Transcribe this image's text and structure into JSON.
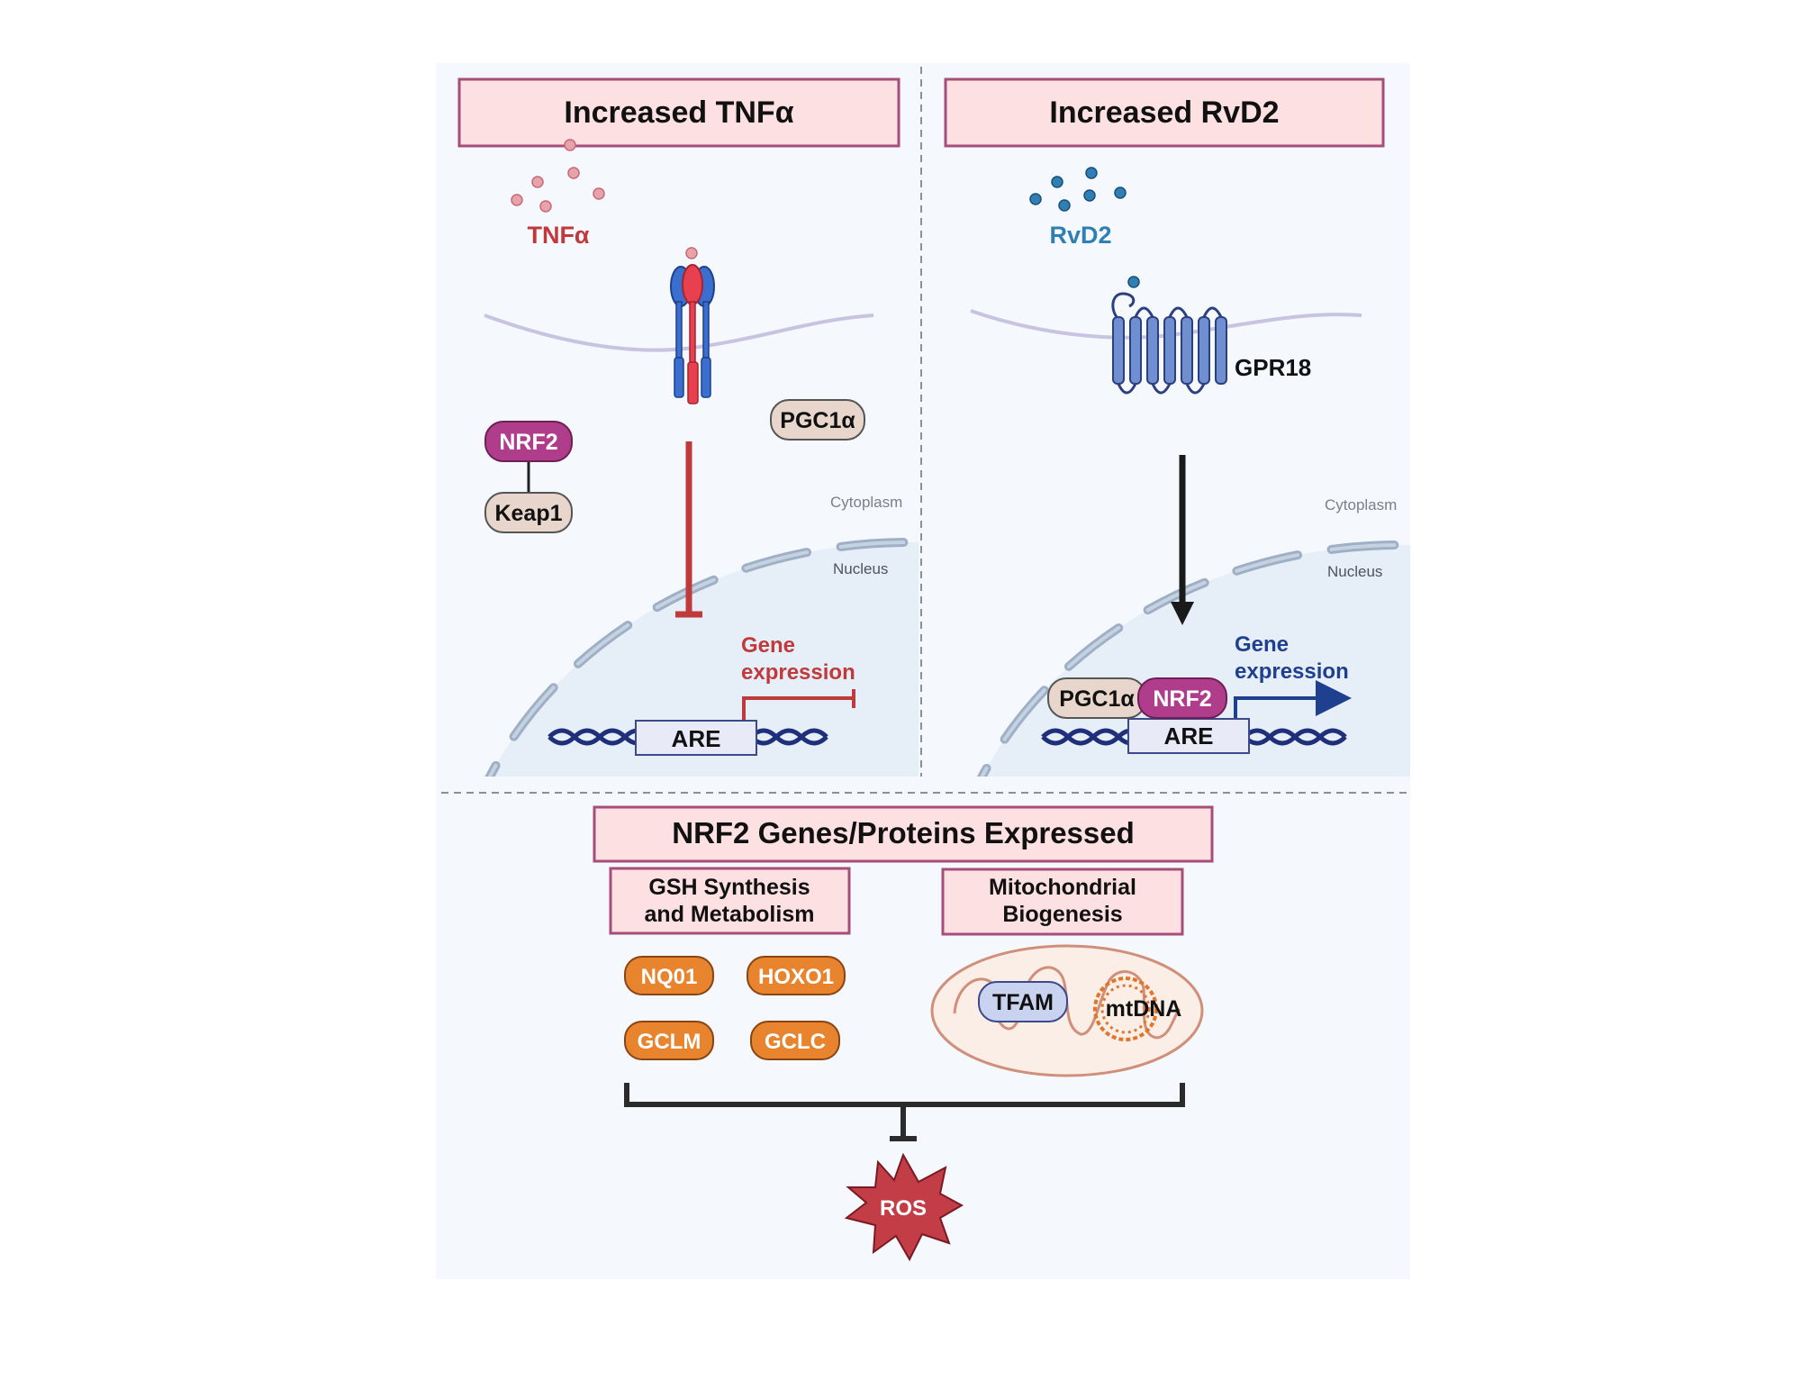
{
  "left_panel": {
    "title": "Increased TNFα",
    "ligand_label": "TNFα",
    "nrf2_label": "NRF2",
    "keap1_label": "Keap1",
    "pgc1a_label": "PGC1α",
    "cytoplasm_label": "Cytoplasm",
    "nucleus_label": "Nucleus",
    "gene_expression_line1": "Gene",
    "gene_expression_line2": "expression",
    "are_label": "ARE"
  },
  "right_panel": {
    "title": "Increased RvD2",
    "ligand_label": "RvD2",
    "receptor_label": "GPR18",
    "cytoplasm_label": "Cytoplasm",
    "nucleus_label": "Nucleus",
    "gene_expression_line1": "Gene",
    "gene_expression_line2": "expression",
    "pgc1a_label": "PGC1α",
    "nrf2_label": "NRF2",
    "are_label": "ARE"
  },
  "bottom_panel": {
    "title": "NRF2 Genes/Proteins Expressed",
    "gsh_line1": "GSH Synthesis",
    "gsh_line2": "and Metabolism",
    "mito_line1": "Mitochondrial",
    "mito_line2": "Biogenesis",
    "gene_nq01": "NQ01",
    "gene_hoxo1": "HOXO1",
    "gene_gclm": "GCLM",
    "gene_gclc": "GCLC",
    "tfam_label": "TFAM",
    "mtdna_label": "mtDNA",
    "ros_label": "ROS"
  },
  "colors": {
    "panel_bg": "#f5f9fd",
    "nucleus_fill": "#e6eef8",
    "title_box_fill": "#fde0e2",
    "title_box_border": "#a64d7a",
    "tnf_red": "#c0393b",
    "rvd2_blue": "#2f7fb5",
    "nrf2_magenta": "#b03d8c",
    "tan_box": "#e8d6cc",
    "orange_gene": "#e8842e",
    "dna_navy": "#1f2f7a",
    "ros_red": "#c23d45"
  }
}
